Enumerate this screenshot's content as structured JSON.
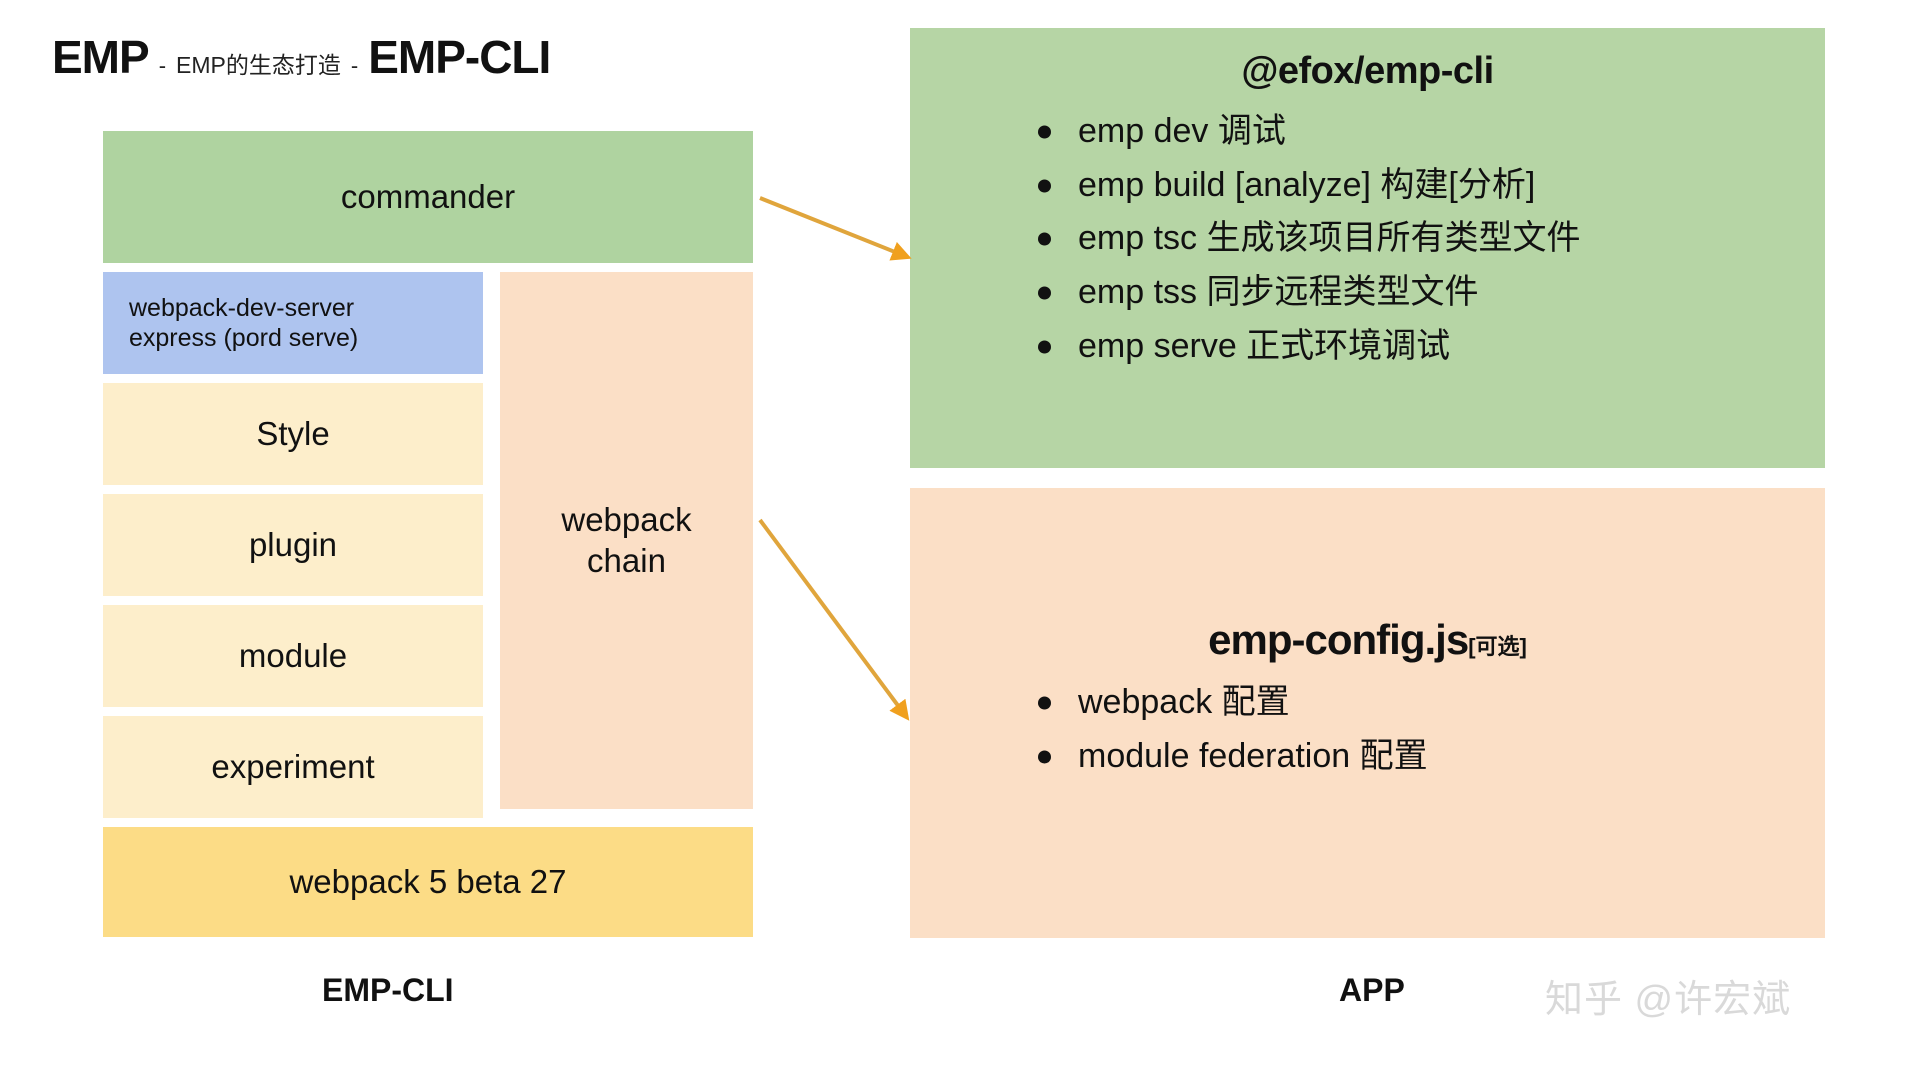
{
  "title": {
    "main_left": "EMP",
    "dash1": "-",
    "subtitle": "EMP的生态打造",
    "dash2": "-",
    "main_right": "EMP-CLI"
  },
  "left_column": {
    "commander": "commander",
    "webpack_dev_server_line1": "webpack-dev-server",
    "webpack_dev_server_line2": "express (pord serve)",
    "stack_items": [
      {
        "label": "Style"
      },
      {
        "label": "plugin"
      },
      {
        "label": "module"
      },
      {
        "label": "experiment"
      }
    ],
    "webpack_chain_line1": "webpack",
    "webpack_chain_line2": "chain",
    "webpack_version": "webpack 5 beta 27"
  },
  "green_panel": {
    "title": "@efox/emp-cli",
    "bullets": [
      "emp dev 调试",
      "emp build [analyze] 构建[分析]",
      "emp tsc 生成该项目所有类型文件",
      "emp tss 同步远程类型文件",
      "emp serve 正式环境调试"
    ]
  },
  "orange_panel": {
    "title": "emp-config.js",
    "title_suffix": "[可选]",
    "bullets": [
      "webpack 配置",
      "module federation 配置"
    ]
  },
  "footer": {
    "left_label": "EMP-CLI",
    "right_label": "APP"
  },
  "watermark": "知乎 @许宏斌",
  "colors": {
    "green": "#b6d5a5",
    "green_box": "#afd3a0",
    "blue_box": "#aec4ef",
    "cream_box": "#fdeecb",
    "orange_panel": "#fbdfc6",
    "yellow_box": "#fcdc86",
    "arrow": "#e0a53c"
  }
}
